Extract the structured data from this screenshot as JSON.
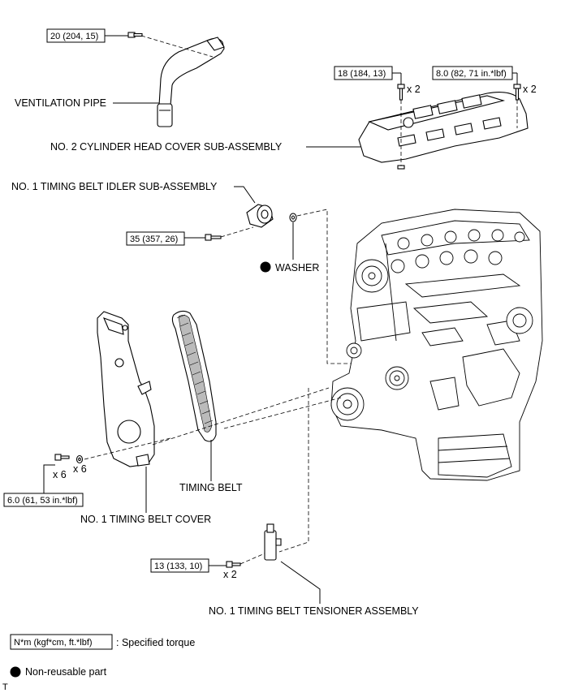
{
  "torques": {
    "vent_pipe_bolt": "20 (204, 15)",
    "head_cover_bolt": "18 (184, 13)",
    "head_cover_stud": "8.0 (82, 71 in.*lbf)",
    "idler_bolt": "35 (357, 26)",
    "cover_bolt": "6.0 (61, 53 in.*lbf)",
    "tensioner_bolt": "13 (133, 10)"
  },
  "quantities": {
    "head_cover_bolt": "x 2",
    "head_cover_stud": "x 2",
    "cover_bolt": "x 6",
    "cover_washer": "x 6",
    "tensioner_bolt": "x 2"
  },
  "labels": {
    "ventilation_pipe": "VENTILATION PIPE",
    "cylinder_head_cover": "NO. 2 CYLINDER HEAD COVER SUB-ASSEMBLY",
    "idler": "NO. 1 TIMING BELT IDLER SUB-ASSEMBLY",
    "washer": "WASHER",
    "timing_belt": "TIMING BELT",
    "timing_belt_cover": "NO. 1 TIMING BELT COVER",
    "tensioner": "NO. 1 TIMING BELT TENSIONER ASSEMBLY"
  },
  "legend": {
    "torque_box": "N*m (kgf*cm, ft.*lbf)",
    "torque_text": ": Specified torque",
    "nonreusable_text": "Non-reusable part"
  },
  "footer_mark": "T"
}
